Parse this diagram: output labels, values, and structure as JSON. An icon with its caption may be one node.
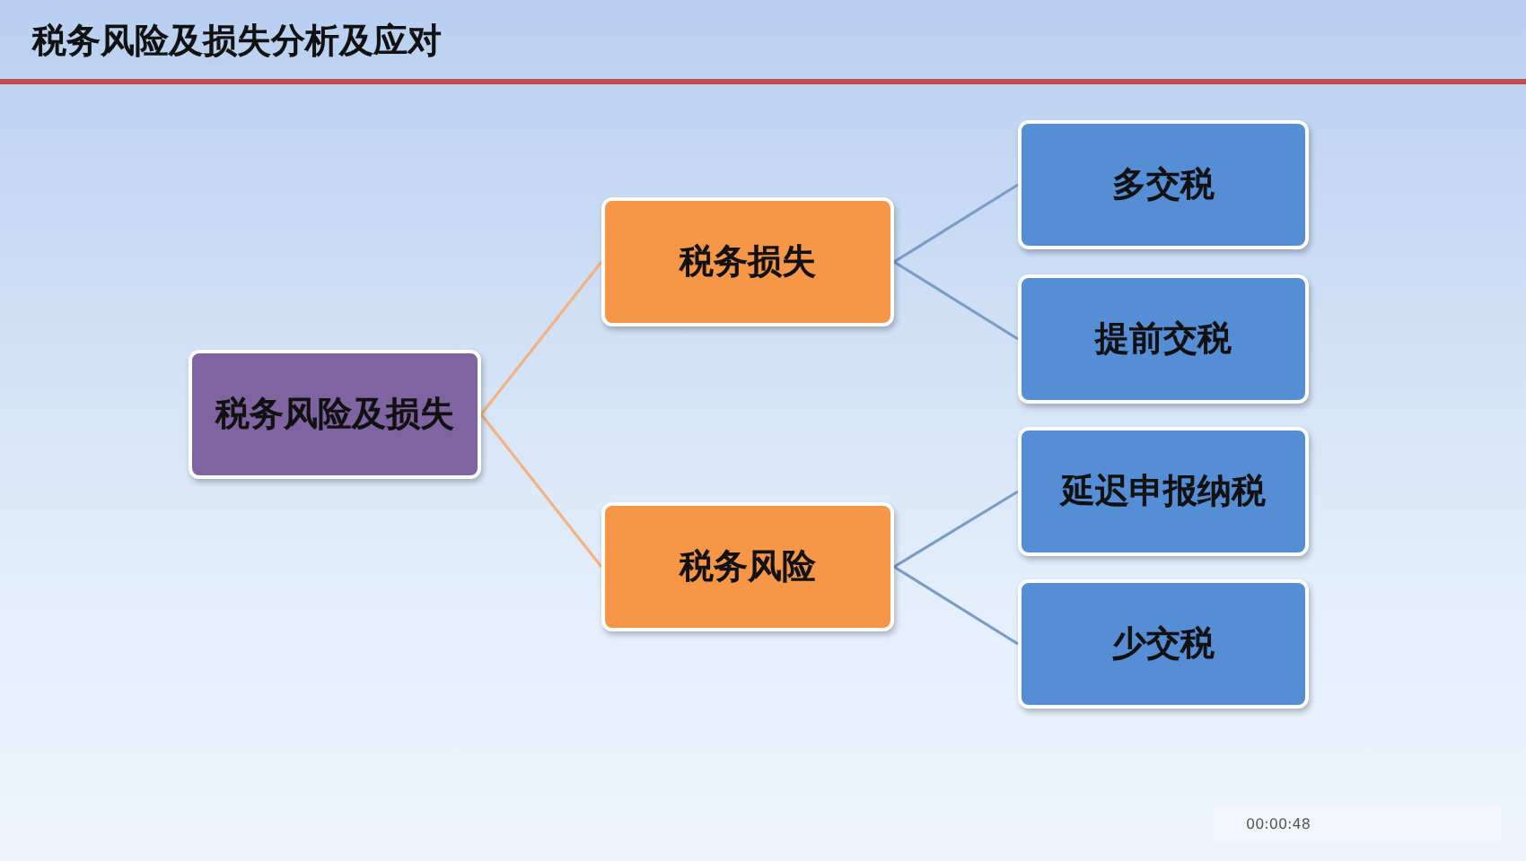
{
  "diagram": {
    "title": "税务风险及损失分析及应对",
    "nodes": [
      {
        "text": [
          "税务风险及损失"
        ]
      },
      {
        "text": [
          "税务损失"
        ]
      },
      {
        "text": [
          "税务风险"
        ]
      },
      {
        "text": [
          "多交税"
        ]
      },
      {
        "text": [
          "提前交税"
        ]
      },
      {
        "text": [
          "延迟申报纳税"
        ]
      },
      {
        "text": [
          "少交税"
        ]
      }
    ],
    "edges": [
      {
        "from": 0,
        "to": 1,
        "arrow": "none",
        "color": "#f4b183"
      },
      {
        "from": 0,
        "to": 2,
        "arrow": "none",
        "color": "#f4b183"
      },
      {
        "from": 1,
        "to": 3,
        "arrow": "none"
      },
      {
        "from": 1,
        "to": 4,
        "arrow": "none"
      },
      {
        "from": 2,
        "to": 5,
        "arrow": "none"
      },
      {
        "from": 2,
        "to": 6,
        "arrow": "none"
      }
    ],
    "labels": [
      "00:00:48"
    ]
  }
}
